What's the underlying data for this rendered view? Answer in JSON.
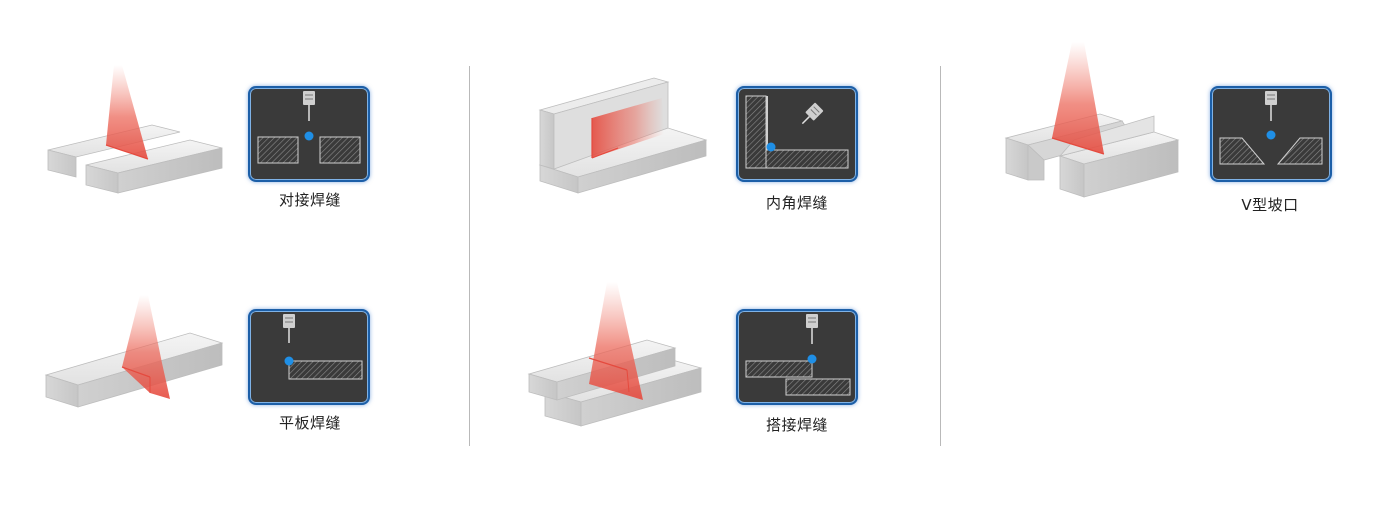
{
  "weld_types": [
    {
      "id": "butt",
      "label": "对接焊缝"
    },
    {
      "id": "fillet",
      "label": "内角焊缝"
    },
    {
      "id": "vgroove",
      "label": "V型坡口"
    },
    {
      "id": "flat",
      "label": "平板焊缝"
    },
    {
      "id": "lap",
      "label": "搭接焊缝"
    }
  ],
  "colors": {
    "laser": "#e8453c",
    "icon_bg": "#3a3a3a",
    "icon_border": "#1c5fa8",
    "point": "#1f8fe6"
  }
}
